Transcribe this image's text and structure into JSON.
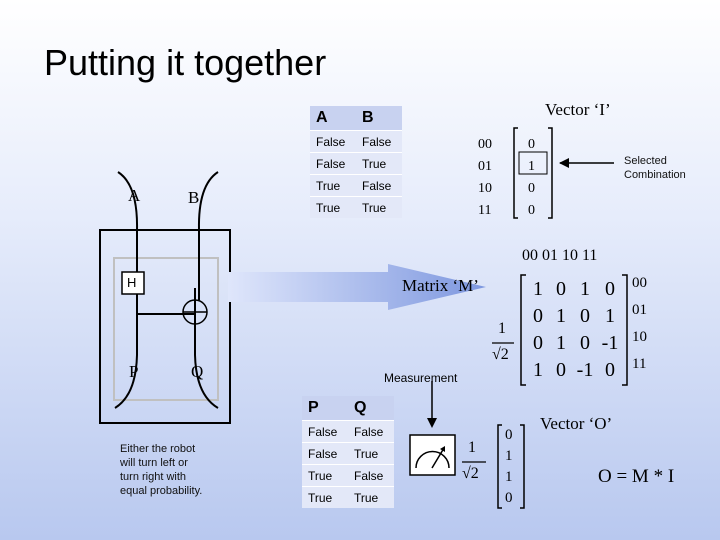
{
  "slide": {
    "title": "Putting it together",
    "vector_i_label": "Vector ‘I’",
    "vector_o_label": "Vector ‘O’",
    "matrix_label": "Matrix ‘M’",
    "measurement_label": "Measurement",
    "selected_label_1": "Selected",
    "selected_label_2": "Combination",
    "equation": "O = M * I",
    "robot_note": [
      "Either the robot",
      "will turn left or",
      "turn right with",
      "equal probability."
    ],
    "robot_labels": {
      "a": "A",
      "b": "B",
      "h": "H",
      "p": "P",
      "q": "Q"
    },
    "fraction": {
      "num": "1",
      "den": "√2"
    }
  },
  "input_table": {
    "headers": [
      "A",
      "B"
    ],
    "rows": [
      [
        "False",
        "False"
      ],
      [
        "False",
        "True"
      ],
      [
        "True",
        "False"
      ],
      [
        "True",
        "True"
      ]
    ],
    "codes": [
      "00",
      "01",
      "10",
      "11"
    ],
    "vector": [
      "0",
      "1",
      "0",
      "0"
    ]
  },
  "output_table": {
    "headers": [
      "P",
      "Q"
    ],
    "rows": [
      [
        "False",
        "False"
      ],
      [
        "False",
        "True"
      ],
      [
        "True",
        "False"
      ],
      [
        "True",
        "True"
      ]
    ],
    "vector": [
      "0",
      "1",
      "1",
      "0"
    ]
  },
  "matrix": {
    "col_header": "00 01 10 11",
    "rows": [
      [
        "1",
        "0",
        "1",
        "0"
      ],
      [
        "0",
        "1",
        "0",
        "1"
      ],
      [
        "0",
        "1",
        "0",
        "-1"
      ],
      [
        "1",
        "0",
        "-1",
        "0"
      ]
    ],
    "row_headers": [
      "00",
      "01",
      "10",
      "11"
    ]
  }
}
